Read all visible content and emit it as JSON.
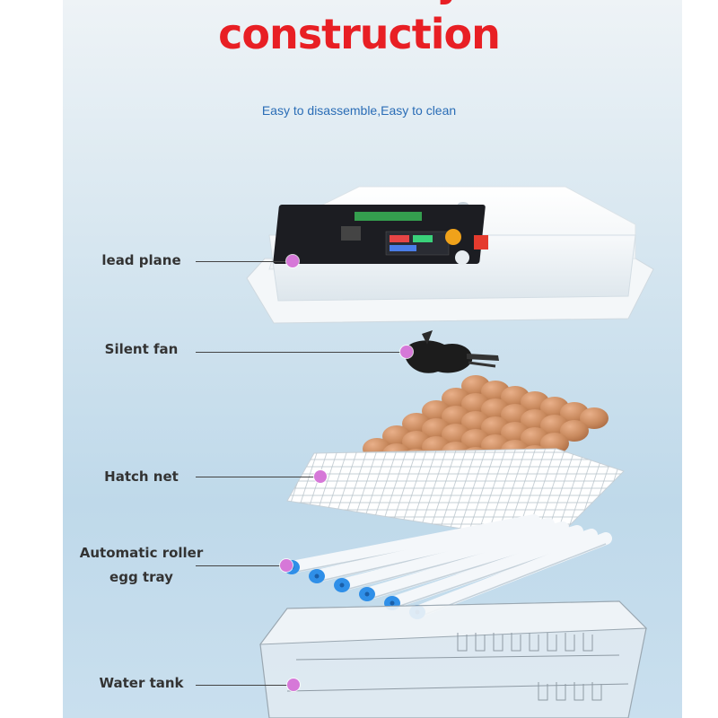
{
  "header": {
    "title": "construction",
    "subtitle": "Easy to disassemble,Easy to clean"
  },
  "callouts": [
    {
      "id": "lead-plane",
      "label": "lead plane"
    },
    {
      "id": "silent-fan",
      "label": "Silent fan"
    },
    {
      "id": "hatch-net",
      "label": "Hatch net"
    },
    {
      "id": "roller-tray",
      "label": "Automatic roller egg tray"
    },
    {
      "id": "water-tank",
      "label": "Water tank"
    }
  ],
  "colors": {
    "title": "#e81f24",
    "subtitle": "#2a6db6",
    "marker": "#d678d8",
    "egg": "#c98a5e",
    "roller_cap": "#2f8fe8"
  }
}
